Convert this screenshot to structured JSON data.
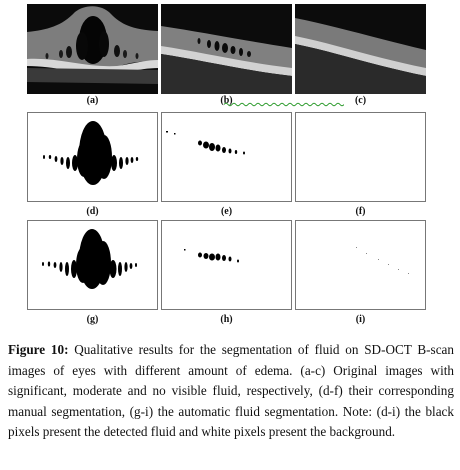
{
  "panels": {
    "a": {
      "label": "(a)"
    },
    "b": {
      "label": "(b)"
    },
    "c": {
      "label": "(c)"
    },
    "d": {
      "label": "(d)"
    },
    "e": {
      "label": "(e)"
    },
    "f": {
      "label": "(f)"
    },
    "g": {
      "label": "(g)"
    },
    "h": {
      "label": "(h)"
    },
    "i": {
      "label": "(i)"
    }
  },
  "caption": {
    "lead": "Figure 10:",
    "body": " Qualitative results for the segmentation of fluid on SD-OCT B-scan images of eyes with different amount of edema. (a-c) Original images with significant, moderate and no visible fluid, respectively, (d-f) their corresponding manual segmentation, (g-i) the automatic fluid segmentation. Note: (d-i) the black pixels present the detected fluid and white pixels present the background."
  }
}
